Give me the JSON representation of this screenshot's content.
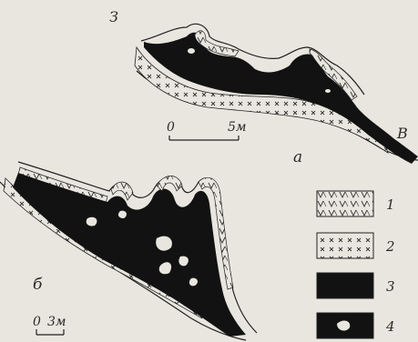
{
  "labels": {
    "west": "З",
    "east": "В",
    "section_a": "а",
    "section_b": "б"
  },
  "scales": {
    "a": {
      "zero": "0",
      "length": "5м"
    },
    "b": {
      "zero": "0",
      "length": "3м"
    }
  },
  "legend": [
    {
      "number": "1",
      "pattern": "v-hatch"
    },
    {
      "number": "2",
      "pattern": "cross-hatch"
    },
    {
      "number": "3",
      "pattern": "solid-black"
    },
    {
      "number": "4",
      "pattern": "black-with-white-inclusions"
    }
  ],
  "colors": {
    "ink": "#1d1d1d",
    "paper": "#e8e6df"
  }
}
